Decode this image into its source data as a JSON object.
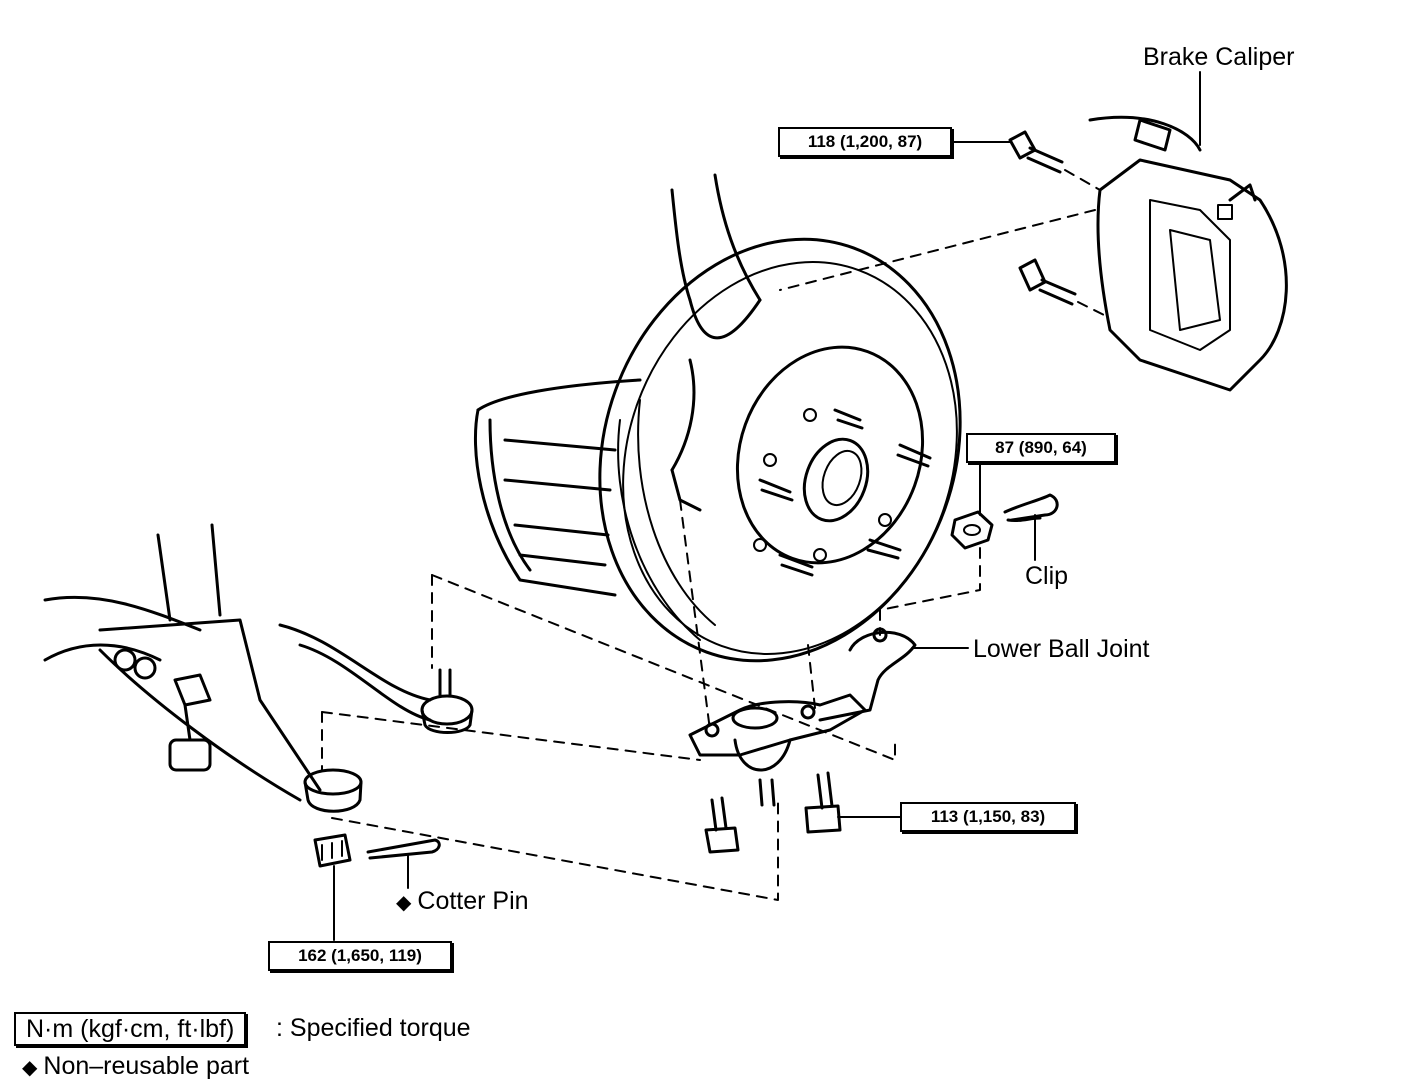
{
  "labels": {
    "brake_caliper": "Brake Caliper",
    "clip": "Clip",
    "lower_ball_joint": "Lower Ball Joint",
    "cotter_pin": "Cotter Pin"
  },
  "torques": {
    "caliper_bolt": "118 (1,200, 87)",
    "ball_joint_nut": "87 (890, 64)",
    "ball_joint_bolt": "113 (1,150, 83)",
    "tie_rod_nut": "162 (1,650, 119)"
  },
  "legend": {
    "unit": "N·m (kgf·cm, ft·lbf)",
    "unit_desc": ": Specified torque",
    "non_reusable_symbol": "◆",
    "non_reusable_desc": "Non–reusable part"
  }
}
